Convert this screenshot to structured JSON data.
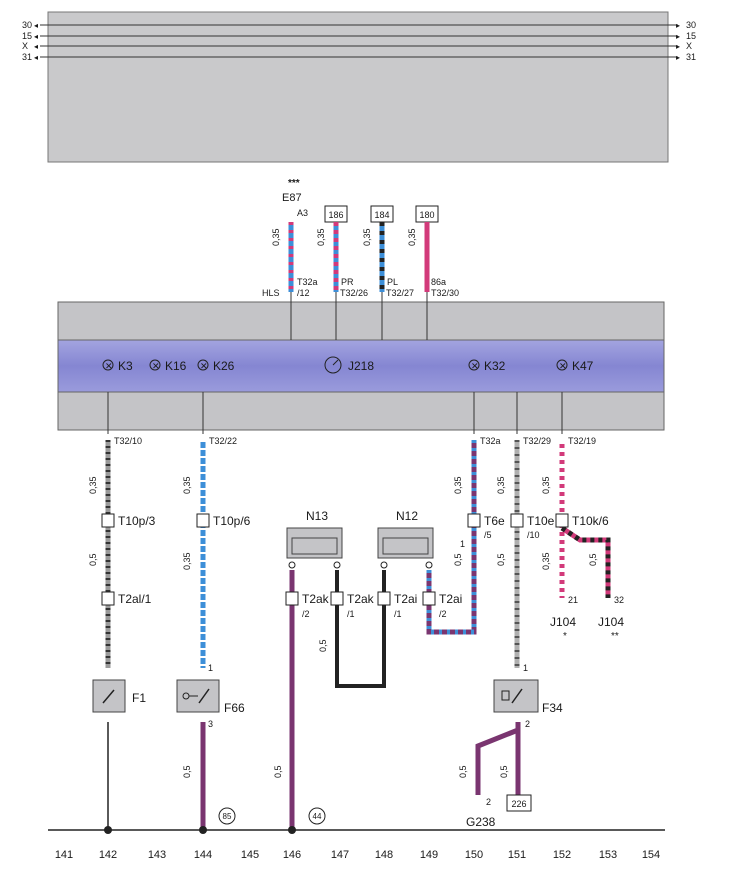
{
  "rails": {
    "left": [
      "30",
      "15",
      "X",
      "31"
    ],
    "right": [
      "30",
      "15",
      "X",
      "31"
    ]
  },
  "top_terminals": [
    {
      "id": "e87",
      "label": "E87",
      "stars": "***",
      "pin": "A3",
      "connector_a": "T32a",
      "connector_b": "/12",
      "side_label": "HLS",
      "size": "0,35"
    },
    {
      "id": "186",
      "box": "186",
      "size": "0,35",
      "side_label": "PR",
      "connector": "T32/26"
    },
    {
      "id": "184",
      "box": "184",
      "size": "0,35",
      "side_label": "PL",
      "connector": "T32/27"
    },
    {
      "id": "180",
      "box": "180",
      "size": "0,35",
      "side_label": "86a",
      "connector": "T32/30"
    }
  ],
  "cluster": {
    "lamps": [
      {
        "id": "k3",
        "label": "K3"
      },
      {
        "id": "k16",
        "label": "K16"
      },
      {
        "id": "k26",
        "label": "K26"
      },
      {
        "id": "k32",
        "label": "K32"
      },
      {
        "id": "k47",
        "label": "K47"
      }
    ],
    "gauge": {
      "label": "J218"
    }
  },
  "lower_connectors": {
    "c142": "T32/10",
    "c144": "T32/22",
    "c150": "T32a",
    "c151": "T32/29",
    "c152": "T32/19"
  },
  "wire_sizes": {
    "a": "0,35",
    "b": "0,5"
  },
  "plugs": {
    "t10p3": "T10p/3",
    "t10p6": "T10p/6",
    "t2al1": "T2al/1",
    "t6e": "T6e",
    "t6e_pin": "/5",
    "t6e_mark": "1",
    "t10e": "T10e",
    "t10e_pin": "/10",
    "t10k6": "T10k/6",
    "t2ak": "T2ak",
    "t2ak_pin": "/2",
    "t2ak1": "T2ak",
    "t2ak1_pin": "/1",
    "t2ai1": "T2ai",
    "t2ai1_pin": "/1",
    "t2ai2": "T2ai",
    "t2ai2_pin": "/2"
  },
  "heaters": {
    "n13": "N13",
    "n12": "N12"
  },
  "j104": {
    "left": "J104",
    "left_pin": "21",
    "left_mark": "*",
    "right": "J104",
    "right_pin": "32",
    "right_mark": "**"
  },
  "switches": {
    "f1": "F1",
    "f66": "F66",
    "f66_pin_top": "1",
    "f66_pin_bottom": "3",
    "f34": "F34",
    "f34_pin_top": "1",
    "f34_pin_bottom": "2"
  },
  "ground": {
    "g238": "G238",
    "g238_pin": "2",
    "box_226": "226",
    "circle_85": "85",
    "circle_44": "44"
  },
  "scale": [
    "141",
    "142",
    "143",
    "144",
    "145",
    "146",
    "147",
    "148",
    "149",
    "150",
    "151",
    "152",
    "153",
    "154"
  ],
  "colors": {
    "panel": "#c7c7c9",
    "cluster_band": "#8e8fd6",
    "wire_blue": "#3d8fd8",
    "wire_red": "#d23a7a",
    "wire_purple": "#7a3570",
    "wire_black": "#222222",
    "wire_grey": "#9a9a9a"
  }
}
